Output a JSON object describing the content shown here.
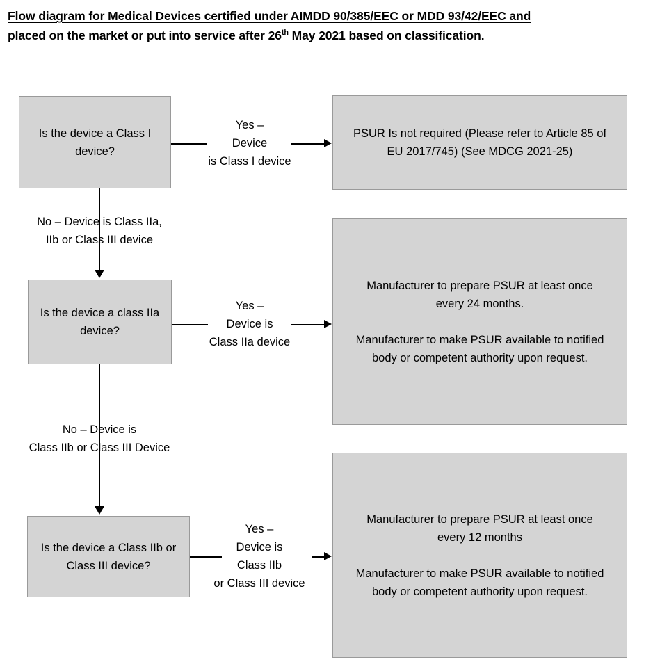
{
  "title": {
    "line1": "Flow diagram for Medical Devices certified under AIMDD 90/385/EEC or MDD 93/42/EEC and",
    "line2_before_sup": "placed on the market or put into service after 26",
    "sup": "th",
    "line2_after_sup": " May 2021 based on classification."
  },
  "colors": {
    "box_fill": "#d4d4d4",
    "box_border": "#9a9a9a",
    "line": "#000000",
    "text": "#000000",
    "background": "#ffffff"
  },
  "chart_data": {
    "type": "flowchart",
    "title": "Flow diagram for Medical Devices certified under AIMDD 90/385/EEC or MDD 93/42/EEC and placed on the market or put into service after 26th May 2021 based on classification.",
    "nodes": [
      {
        "id": "d1",
        "kind": "decision",
        "text": "Is the device a Class I device?"
      },
      {
        "id": "o1",
        "kind": "outcome",
        "text": "PSUR Is not required (Please refer to Article 85 of EU 2017/745)  (See MDCG 2021-25)"
      },
      {
        "id": "d2",
        "kind": "decision",
        "text": "Is the device a class IIa device?"
      },
      {
        "id": "o2",
        "kind": "outcome",
        "text": "Manufacturer to prepare PSUR at least once every 24 months. Manufacturer to make PSUR available to notified body or competent authority upon request."
      },
      {
        "id": "d3",
        "kind": "decision",
        "text": "Is the device a Class IIb or Class III device?"
      },
      {
        "id": "o3",
        "kind": "outcome",
        "text": "Manufacturer to prepare PSUR at least once every 12 months Manufacturer to make PSUR available to notified body or competent authority upon request."
      }
    ],
    "edges": [
      {
        "from": "d1",
        "to": "o1",
        "label": "Yes – Device is Class I device",
        "direction": "right"
      },
      {
        "from": "d1",
        "to": "d2",
        "label": "No – Device is Class IIa, IIb or Class III device",
        "direction": "down"
      },
      {
        "from": "d2",
        "to": "o2",
        "label": "Yes – Device is Class IIa device",
        "direction": "right"
      },
      {
        "from": "d2",
        "to": "d3",
        "label": "No – Device is Class IIb or Class III Device",
        "direction": "down"
      },
      {
        "from": "d3",
        "to": "o3",
        "label": "Yes – Device is Class IIb or Class III device",
        "direction": "right"
      }
    ]
  },
  "nodes": {
    "decision1": {
      "line1": "Is the device a Class I",
      "line2": "device?"
    },
    "decision2": {
      "line1": "Is the device a class IIa",
      "line2": "device?"
    },
    "decision3": {
      "line1": "Is the device a Class IIb or",
      "line2": "Class III device?"
    },
    "outcome1": {
      "line1": "PSUR Is not required (Please refer to Article 85 of",
      "line2": "EU 2017/745)  (See MDCG 2021-25)"
    },
    "outcome2": {
      "p1_line1": "Manufacturer to prepare PSUR at least once",
      "p1_line2": "every 24 months.",
      "p2_line1": "Manufacturer to make PSUR available to notified",
      "p2_line2": "body or competent authority upon request."
    },
    "outcome3": {
      "p1_line1": "Manufacturer to prepare PSUR at least once",
      "p1_line2": "every 12 months",
      "p2_line1": "Manufacturer to make PSUR available to notified",
      "p2_line2": "body or competent authority upon request."
    }
  },
  "edge_labels": {
    "yes1": "Yes –\nDevice\nis Class I device",
    "yes2": "Yes –\nDevice is\nClass IIa device",
    "yes3": "Yes –\nDevice is\nClass IIb\nor Class III device",
    "no1": "No – Device is Class IIa,\nIIb or Class III device",
    "no2": "No – Device is\nClass IIb or Class III Device"
  }
}
